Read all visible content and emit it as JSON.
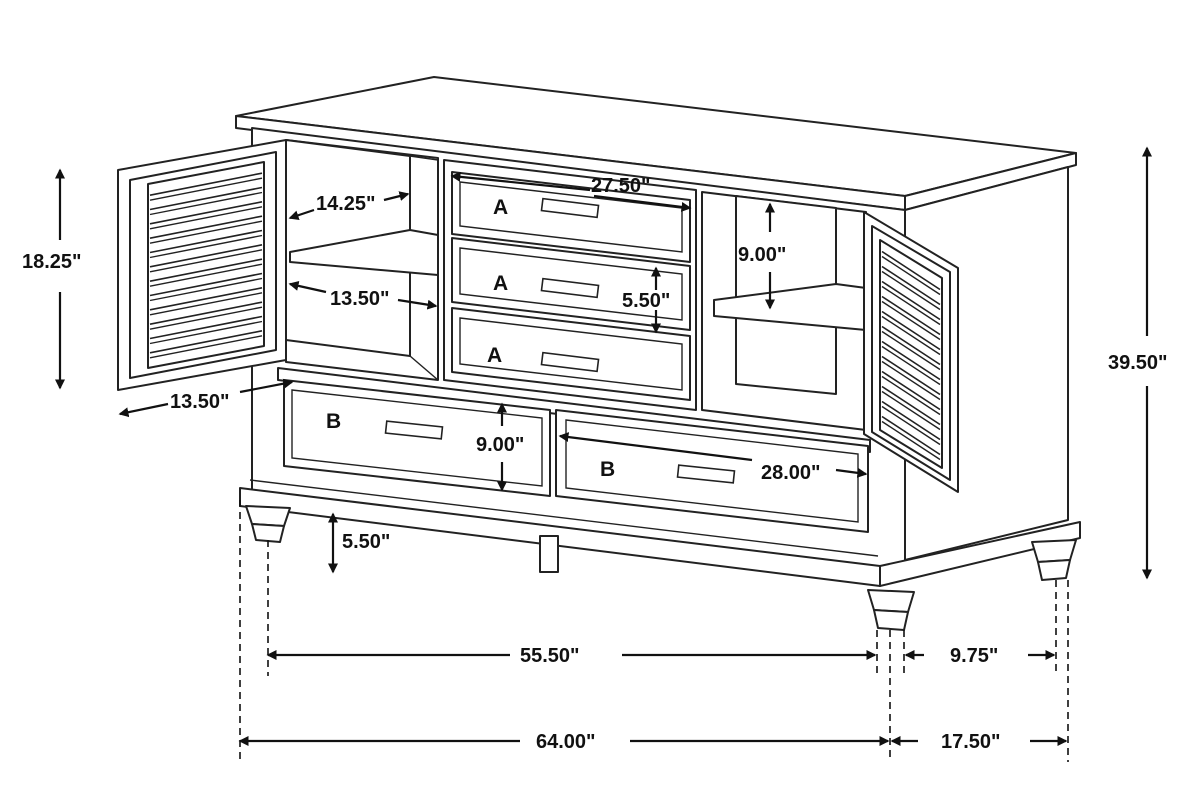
{
  "dimensions": {
    "door_height": "18.25\"",
    "shelf_width_top": "14.25\"",
    "shelf_width_mid": "13.50\"",
    "shelf_depth": "13.50\"",
    "drawer_a_width": "27.50\"",
    "drawer_a_height": "5.50\"",
    "right_shelf_clearance": "9.00\"",
    "drawer_b_height": "9.00\"",
    "drawer_b_width": "28.00\"",
    "leg_clearance": "5.50\"",
    "overall_height": "39.50\"",
    "inner_width": "55.50\"",
    "inner_depth": "9.75\"",
    "overall_width": "64.00\"",
    "overall_depth": "17.50\""
  },
  "drawer_labels": {
    "a1": "A",
    "a2": "A",
    "a3": "A",
    "b1": "B",
    "b2": "B"
  }
}
